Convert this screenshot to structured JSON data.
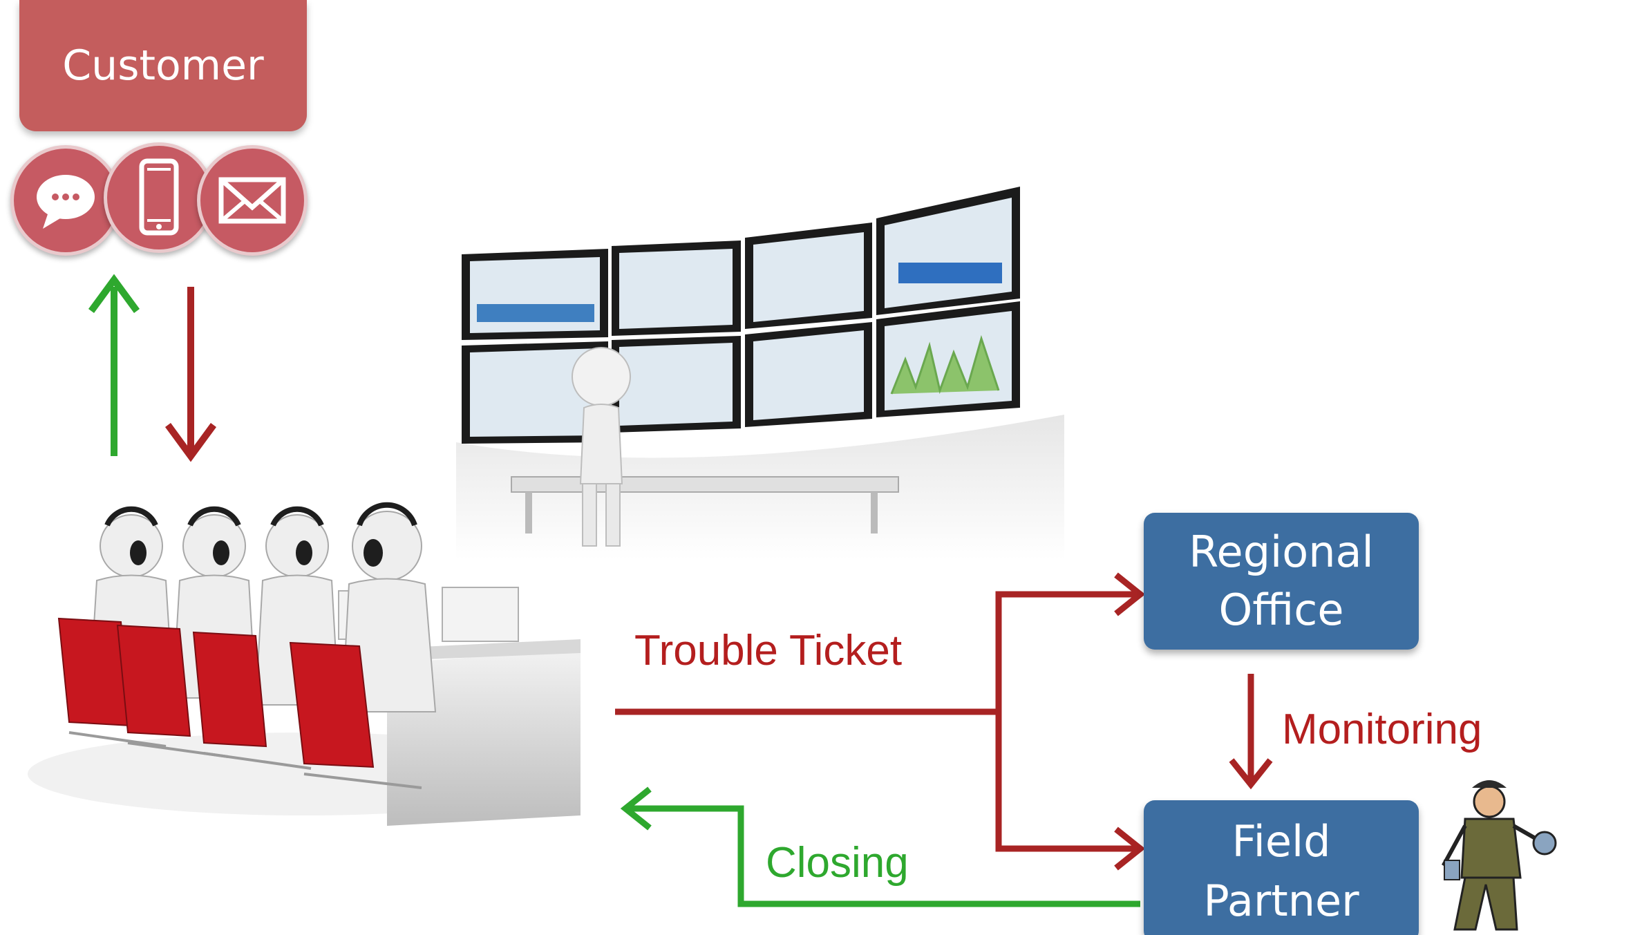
{
  "customer": {
    "label": "Customer",
    "color": "#c45d5d"
  },
  "channels": [
    {
      "name": "chat",
      "icon": "chat-bubble-icon"
    },
    {
      "name": "phone",
      "icon": "mobile-phone-icon"
    },
    {
      "name": "email",
      "icon": "envelope-icon"
    }
  ],
  "nodes": {
    "regional_office": "Regional\nOffice",
    "field_partner": "Field\nPartner",
    "color": "#3d6ea1"
  },
  "edges": {
    "trouble_ticket": "Trouble Ticket",
    "monitoring": "Monitoring",
    "closing": "Closing",
    "red": "#a82424",
    "green": "#2ea82e"
  },
  "illustrations": [
    "call-center-agents-illustration",
    "monitoring-wall-illustration",
    "technician-illustration"
  ]
}
